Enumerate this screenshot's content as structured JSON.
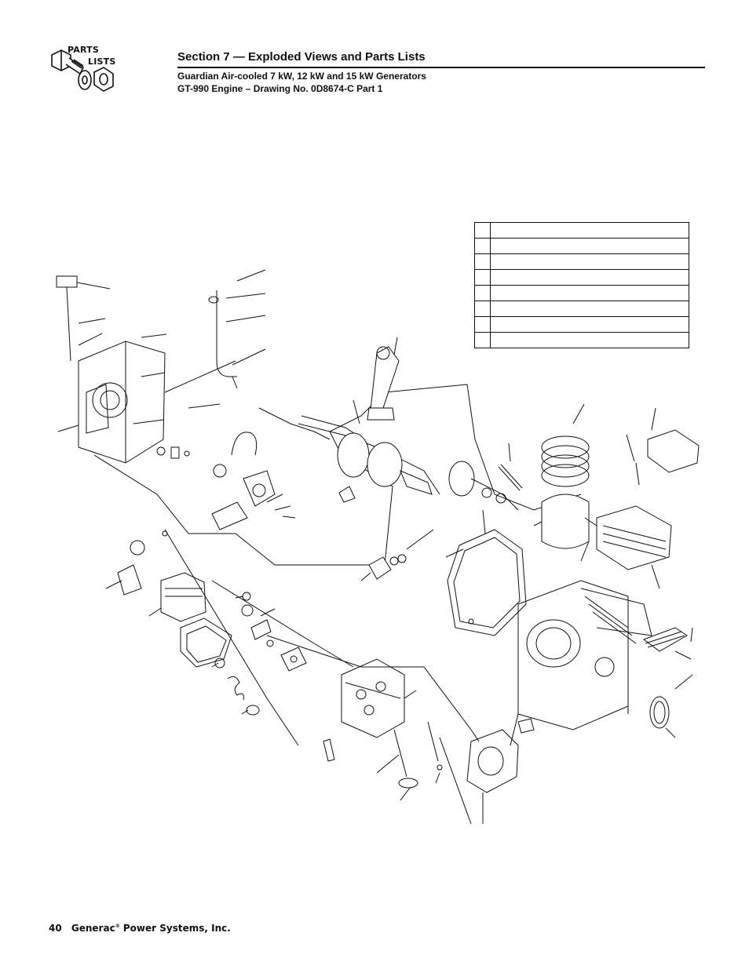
{
  "logo": {
    "line1": "PARTS",
    "line2": "LISTS"
  },
  "header": {
    "section_title": "Section 7 — Exploded Views and Parts Lists",
    "subtitle_1": "Guardian Air-cooled 7 kW, 12 kW and 15 kW Generators",
    "subtitle_2": "GT-990 Engine – Drawing No. 0D8674-C Part 1"
  },
  "legend_rows": 8,
  "footer": {
    "page_number": "40",
    "company": "Generac",
    "registered_mark": "®",
    "company_suffix": "Power Systems, Inc."
  },
  "colors": {
    "ink": "#111111",
    "background": "#ffffff"
  }
}
